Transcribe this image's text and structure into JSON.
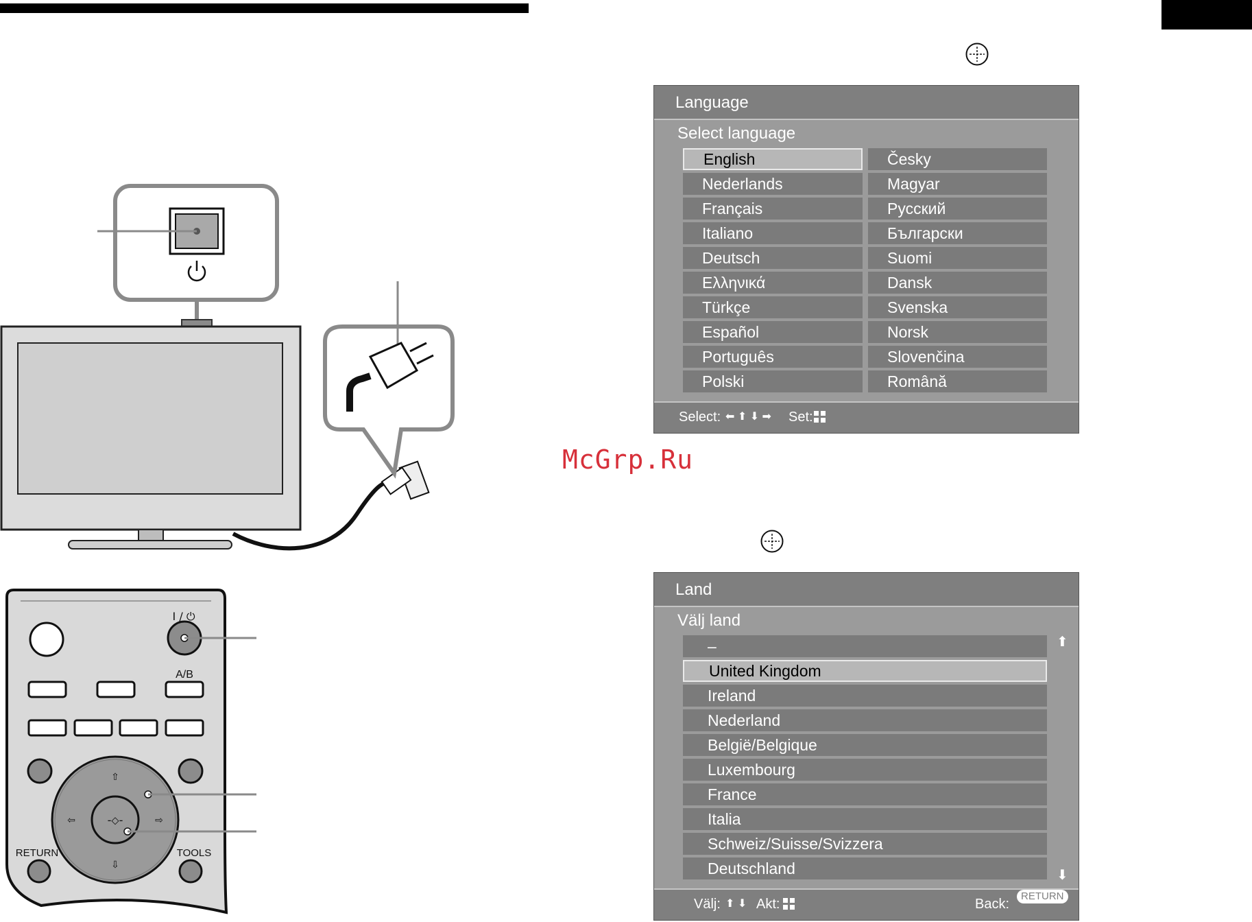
{
  "language_menu": {
    "title": "Language",
    "subtitle": "Select language",
    "left_column": [
      "English",
      "Nederlands",
      "Français",
      "Italiano",
      "Deutsch",
      "Ελληνικά",
      "Türkçe",
      "Español",
      "Português",
      "Polski"
    ],
    "right_column": [
      "Česky",
      "Magyar",
      "Русский",
      "Български",
      "Suomi",
      "Dansk",
      "Svenska",
      "Norsk",
      "Slovenčina",
      "Română"
    ],
    "selected": "English",
    "footer_select": "Select:",
    "footer_arrows": "⬅ ⬆ ⬇ ➡",
    "footer_set": "Set:"
  },
  "country_menu": {
    "title": "Land",
    "subtitle": "Välj land",
    "items": [
      "–",
      "United Kingdom",
      "Ireland",
      "Nederland",
      "België/Belgique",
      "Luxembourg",
      "France",
      "Italia",
      "Schweiz/Suisse/Svizzera",
      "Deutschland"
    ],
    "selected": "United Kingdom",
    "footer_select": "Välj:",
    "footer_arrows": "⬆ ⬇",
    "footer_set": "Akt:",
    "footer_back": "Back:",
    "footer_return_badge": "RETURN"
  },
  "remote": {
    "ab_label": "A/B",
    "power_label": "I / ⏻",
    "return_label": "RETURN",
    "tools_label": "TOOLS"
  },
  "watermark": "McGrp.Ru",
  "colors": {
    "menu_header": "#7f7f7f",
    "menu_body": "#9b9b9b",
    "item_bg": "#7b7b7b",
    "item_selected": "#b7b7b7",
    "watermark": "#d7303a"
  }
}
